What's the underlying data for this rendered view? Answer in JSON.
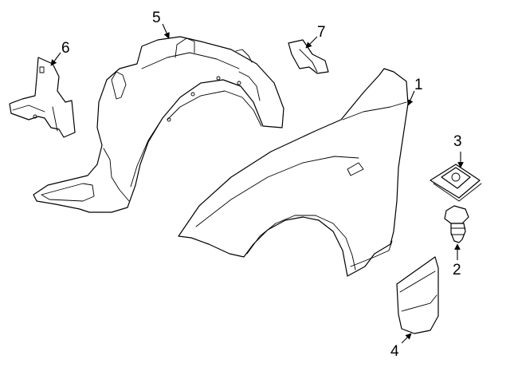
{
  "diagram": {
    "callouts": [
      {
        "id": "1",
        "label": "1",
        "part": "fender"
      },
      {
        "id": "2",
        "label": "2",
        "part": "bolt"
      },
      {
        "id": "3",
        "label": "3",
        "part": "clip-nut"
      },
      {
        "id": "4",
        "label": "4",
        "part": "fender-liner-extension"
      },
      {
        "id": "5",
        "label": "5",
        "part": "fender-liner"
      },
      {
        "id": "6",
        "label": "6",
        "part": "bracket"
      },
      {
        "id": "7",
        "label": "7",
        "part": "small-bracket"
      }
    ],
    "colors": {
      "line": "#000000",
      "background": "#ffffff"
    }
  }
}
